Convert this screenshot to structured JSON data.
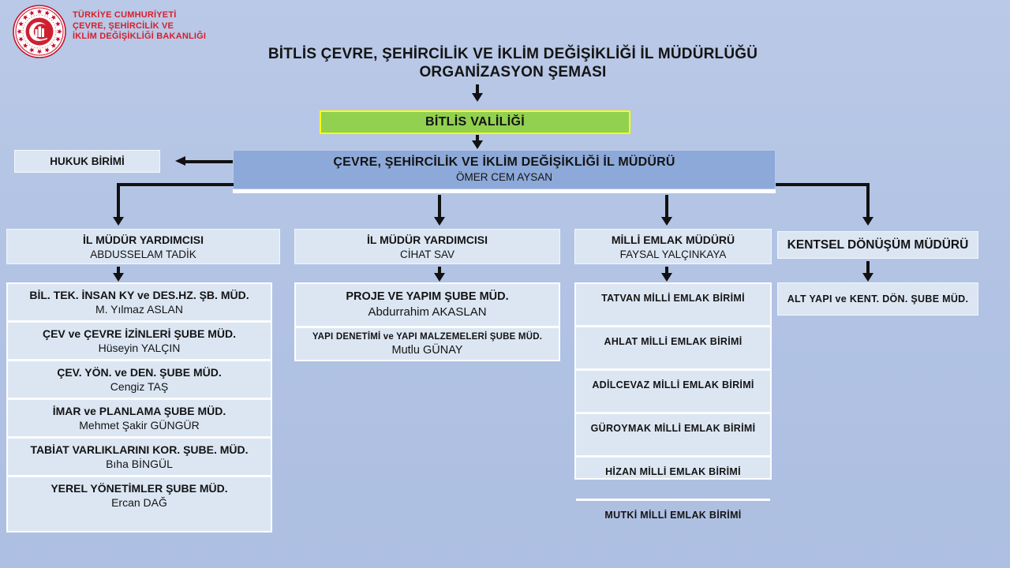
{
  "ministry": {
    "line1": "TÜRKİYE CUMHURİYETİ",
    "line2": "ÇEVRE, ŞEHİRCİLİK VE",
    "line3": "İKLİM DEĞİŞİKLİĞİ BAKANLIĞI"
  },
  "title": {
    "line1": "BİTLİS ÇEVRE, ŞEHİRCİLİK VE İKLİM DEĞİŞİKLİĞİ İL MÜDÜRLÜĞÜ",
    "line2": "ORGANİZASYON ŞEMASI"
  },
  "governor_box": {
    "label": "BİTLİS VALİLİĞİ"
  },
  "legal_box": {
    "label": "HUKUK BİRİMİ"
  },
  "director_box": {
    "title": "ÇEVRE, ŞEHİRCİLİK VE İKLİM DEĞİŞİKLİĞİ İL MÜDÜRÜ",
    "name": "ÖMER CEM AYSAN"
  },
  "deputies": [
    {
      "title": "İL MÜDÜR YARDIMCISI",
      "name": "ABDUSSELAM TADİK"
    },
    {
      "title": "İL MÜDÜR YARDIMCISI",
      "name": "CİHAT SAV"
    },
    {
      "title": "MİLLİ EMLAK MÜDÜRÜ",
      "name": "FAYSAL YALÇINKAYA"
    },
    {
      "title": "KENTSEL DÖNÜŞÜM MÜDÜRÜ"
    }
  ],
  "column1": [
    {
      "title": "BİL. TEK. İNSAN KY ve DES.HZ. ŞB. MÜD.",
      "name": "M. Yılmaz ASLAN"
    },
    {
      "title": "ÇEV ve ÇEVRE İZİNLERİ ŞUBE MÜD.",
      "name": "Hüseyin YALÇIN"
    },
    {
      "title": "ÇEV. YÖN. ve DEN. ŞUBE MÜD.",
      "name": "Cengiz TAŞ"
    },
    {
      "title": "İMAR ve PLANLAMA ŞUBE MÜD.",
      "name": "Mehmet Şakir GÜNGÜR"
    },
    {
      "title": "TABİAT VARLIKLARINI KOR. ŞUBE. MÜD.",
      "name": "Bıha BİNGÜL"
    },
    {
      "title": "YEREL YÖNETİMLER ŞUBE MÜD.",
      "name": "Ercan DAĞ"
    }
  ],
  "column2": [
    {
      "title": "PROJE VE YAPIM ŞUBE MÜD.",
      "name": "Abdurrahim AKASLAN"
    },
    {
      "title": "YAPI DENETİMİ ve YAPI MALZEMELERİ ŞUBE MÜD.",
      "name": "Mutlu GÜNAY"
    }
  ],
  "column3": [
    {
      "label": "TATVAN MİLLİ EMLAK BİRİMİ"
    },
    {
      "label": "AHLAT MİLLİ EMLAK BİRİMİ"
    },
    {
      "label": "ADİLCEVAZ MİLLİ EMLAK BİRİMİ"
    },
    {
      "label": "GÜROYMAK MİLLİ EMLAK BİRİMİ"
    },
    {
      "label": "HİZAN MİLLİ EMLAK BİRİMİ"
    },
    {
      "label": "MUTKİ MİLLİ EMLAK BİRİMİ"
    }
  ],
  "column4": [
    {
      "label": "ALT YAPI ve KENT. DÖN. ŞUBE MÜD."
    }
  ],
  "colors": {
    "background": "#b2c3e4",
    "box_light": "#dce6f3",
    "box_primary": "#8da9d9",
    "governor_green": "#92d050",
    "governor_border": "#ffff00",
    "ministry_red": "#d61f2c",
    "connector_black": "#111111"
  }
}
